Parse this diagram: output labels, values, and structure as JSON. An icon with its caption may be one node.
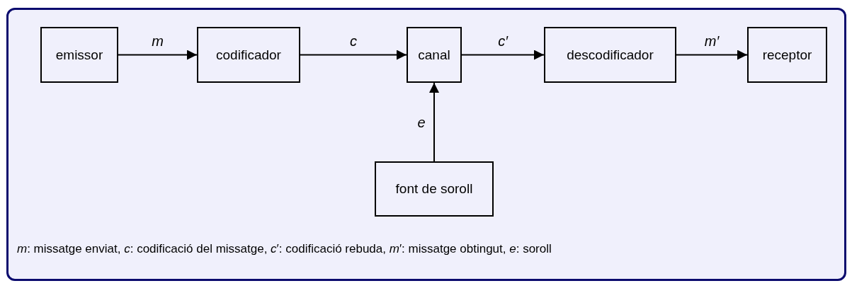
{
  "diagram": {
    "caption": "*m*: missatge enviat, *c*: codificació del missatge, *c*′: codificació rebuda, *m*′: missatge obtingut, *e*: soroll",
    "nodes": [
      {
        "text": [
          "emissor"
        ]
      },
      {
        "text": [
          "codificador"
        ]
      },
      {
        "text": [
          "canal"
        ]
      },
      {
        "text": [
          "descodificador"
        ]
      },
      {
        "text": [
          "receptor"
        ]
      },
      {
        "text": [
          "font de soroll"
        ]
      }
    ],
    "edges": [
      {
        "from": 0,
        "to": 1,
        "arrow": "to",
        "label": "m"
      },
      {
        "from": 1,
        "to": 2,
        "arrow": "to",
        "label": "c"
      },
      {
        "from": 2,
        "to": 3,
        "arrow": "to",
        "label": "c′"
      },
      {
        "from": 3,
        "to": 4,
        "arrow": "to",
        "label": "m′"
      },
      {
        "from": 5,
        "to": 2,
        "arrow": "to",
        "label": "e"
      }
    ]
  }
}
